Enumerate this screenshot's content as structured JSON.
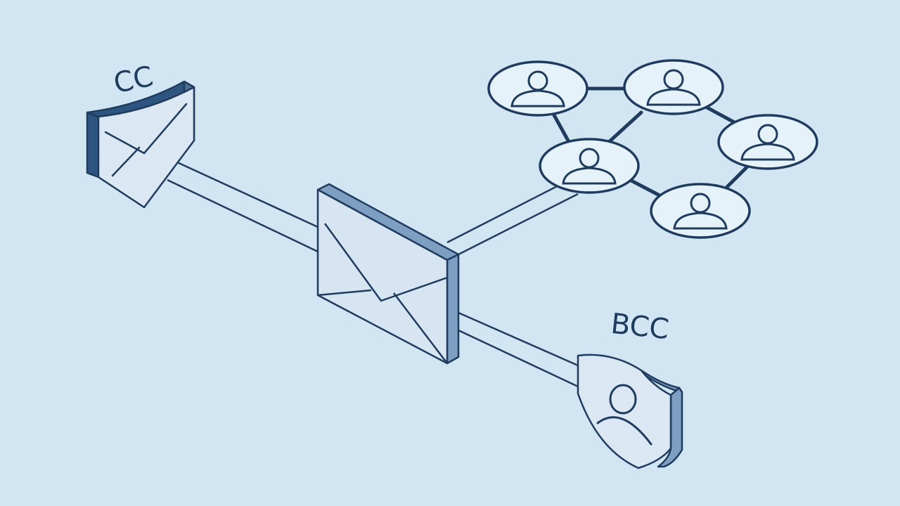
{
  "labels": {
    "cc": "CC",
    "bcc": "BCC"
  },
  "colors": {
    "background": "#d2e5f2",
    "stroke": "#1f3c5e",
    "panel_fill": "#dbe8f3",
    "side_dark": "#2e5580",
    "side_light": "#7f9fc2",
    "node_fill": "#e6f2fa"
  },
  "icons": {
    "cc": "envelope-icon",
    "center": "envelope-icon",
    "bcc": "shield-user-icon",
    "recipients": "user-icon"
  },
  "recipient_group": {
    "count": 5
  }
}
